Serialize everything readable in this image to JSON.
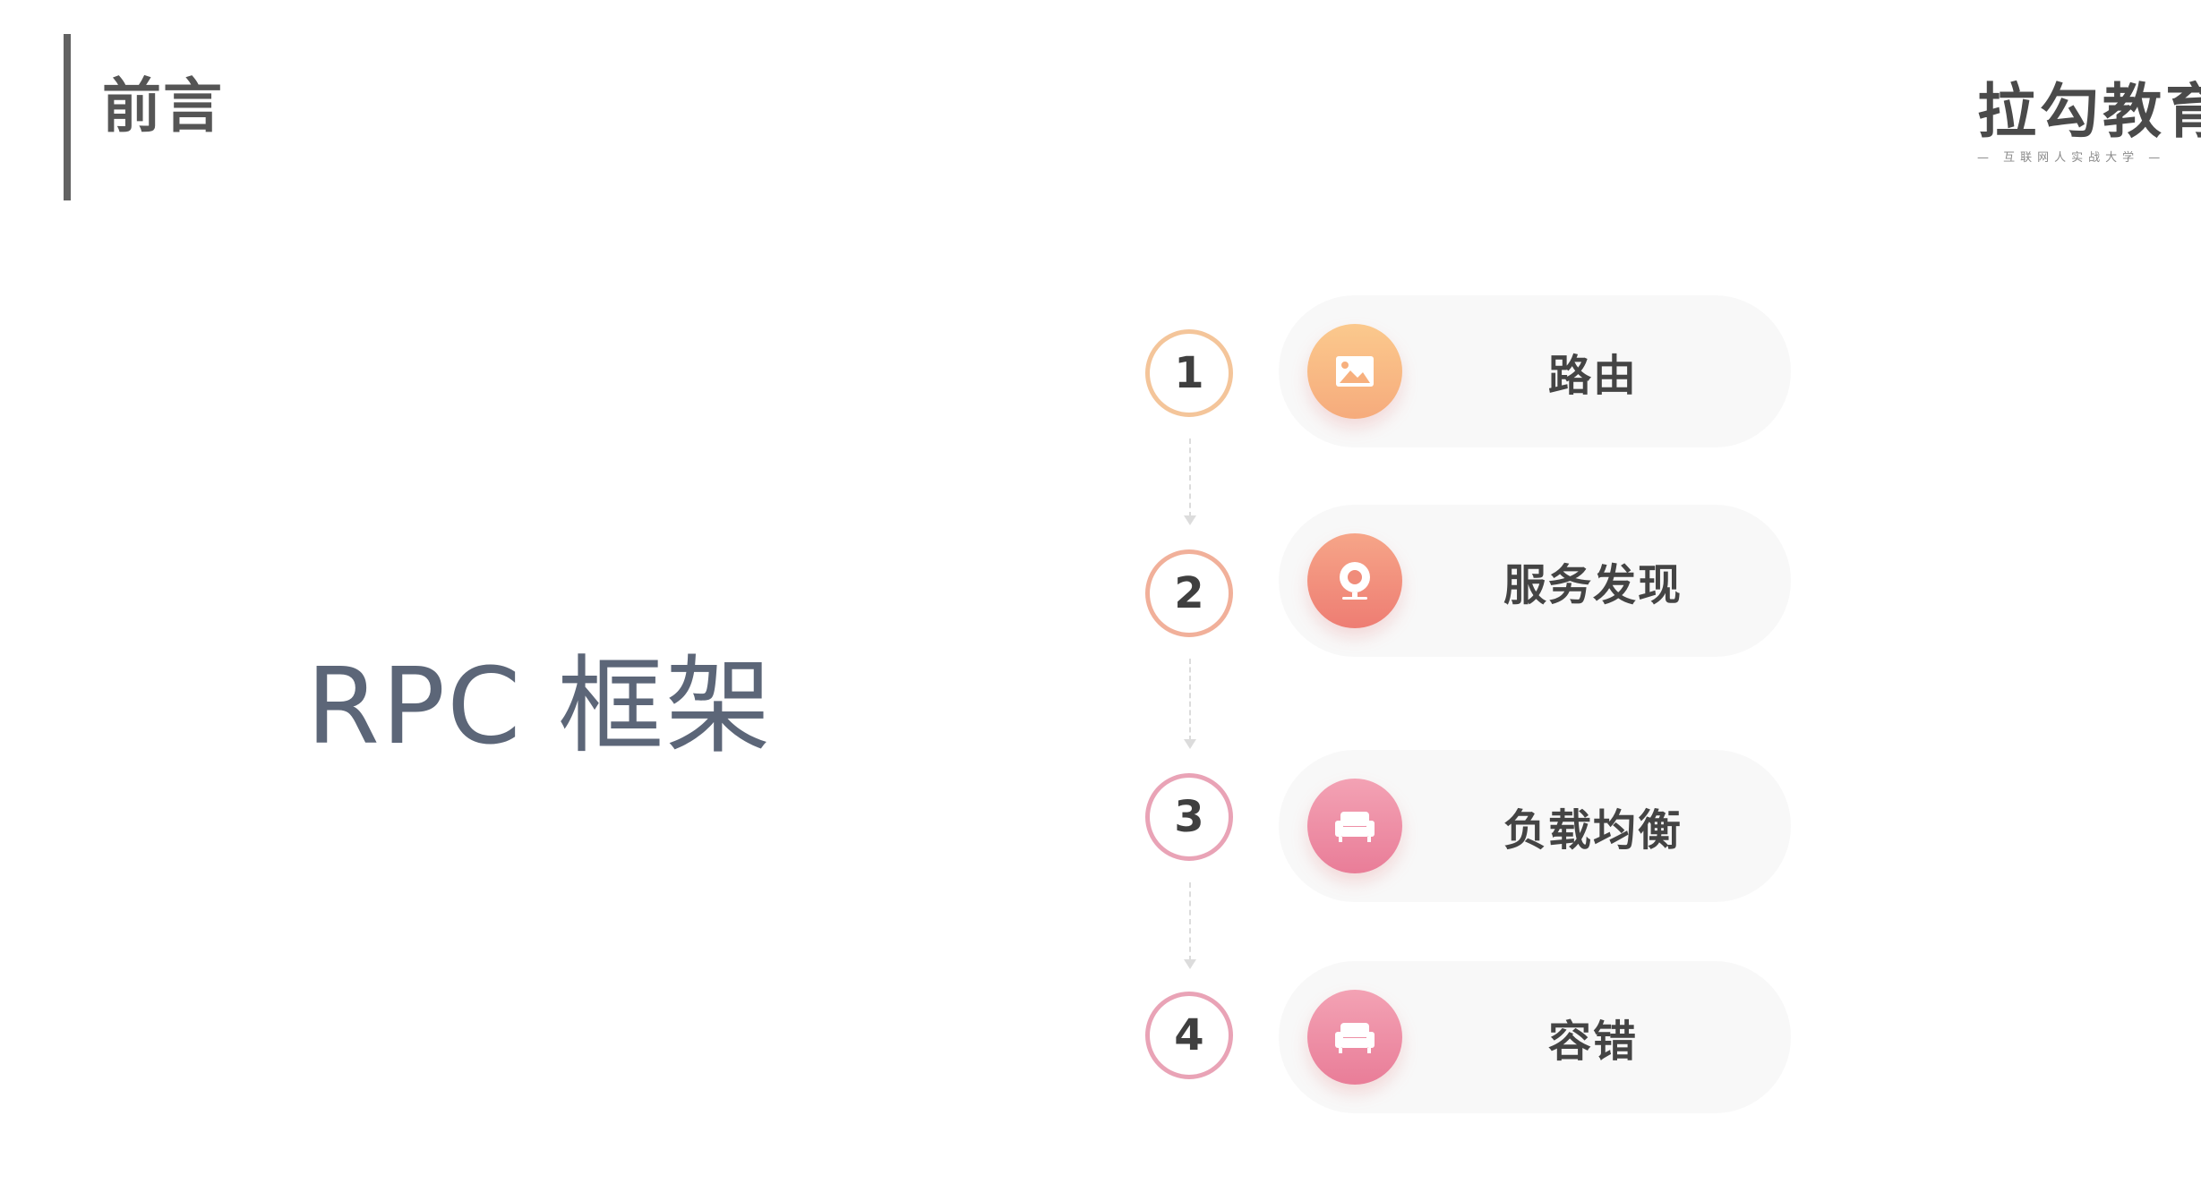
{
  "header": {
    "title": "前言"
  },
  "logo": {
    "title": "拉勾教育",
    "subtitle": "— 互联网人实战大学 —"
  },
  "main": {
    "title": "RPC 框架"
  },
  "steps": [
    {
      "number": "1",
      "label": "路由",
      "icon": "image-icon",
      "ring_color": "#f4c59a",
      "icon_color_top": "#fbc98d",
      "icon_color_bottom": "#f6ab7c"
    },
    {
      "number": "2",
      "label": "服务发现",
      "icon": "webcam-icon",
      "ring_color": "#f1b09a",
      "icon_color_top": "#f6a588",
      "icon_color_bottom": "#ee7d73"
    },
    {
      "number": "3",
      "label": "负载均衡",
      "icon": "sofa-icon",
      "ring_color": "#e9a3b6",
      "icon_color_top": "#f3a2b4",
      "icon_color_bottom": "#e97d98"
    },
    {
      "number": "4",
      "label": "容错",
      "icon": "sofa-icon",
      "ring_color": "#e9a3b6",
      "icon_color_top": "#f3a2b4",
      "icon_color_bottom": "#e97d98"
    }
  ]
}
